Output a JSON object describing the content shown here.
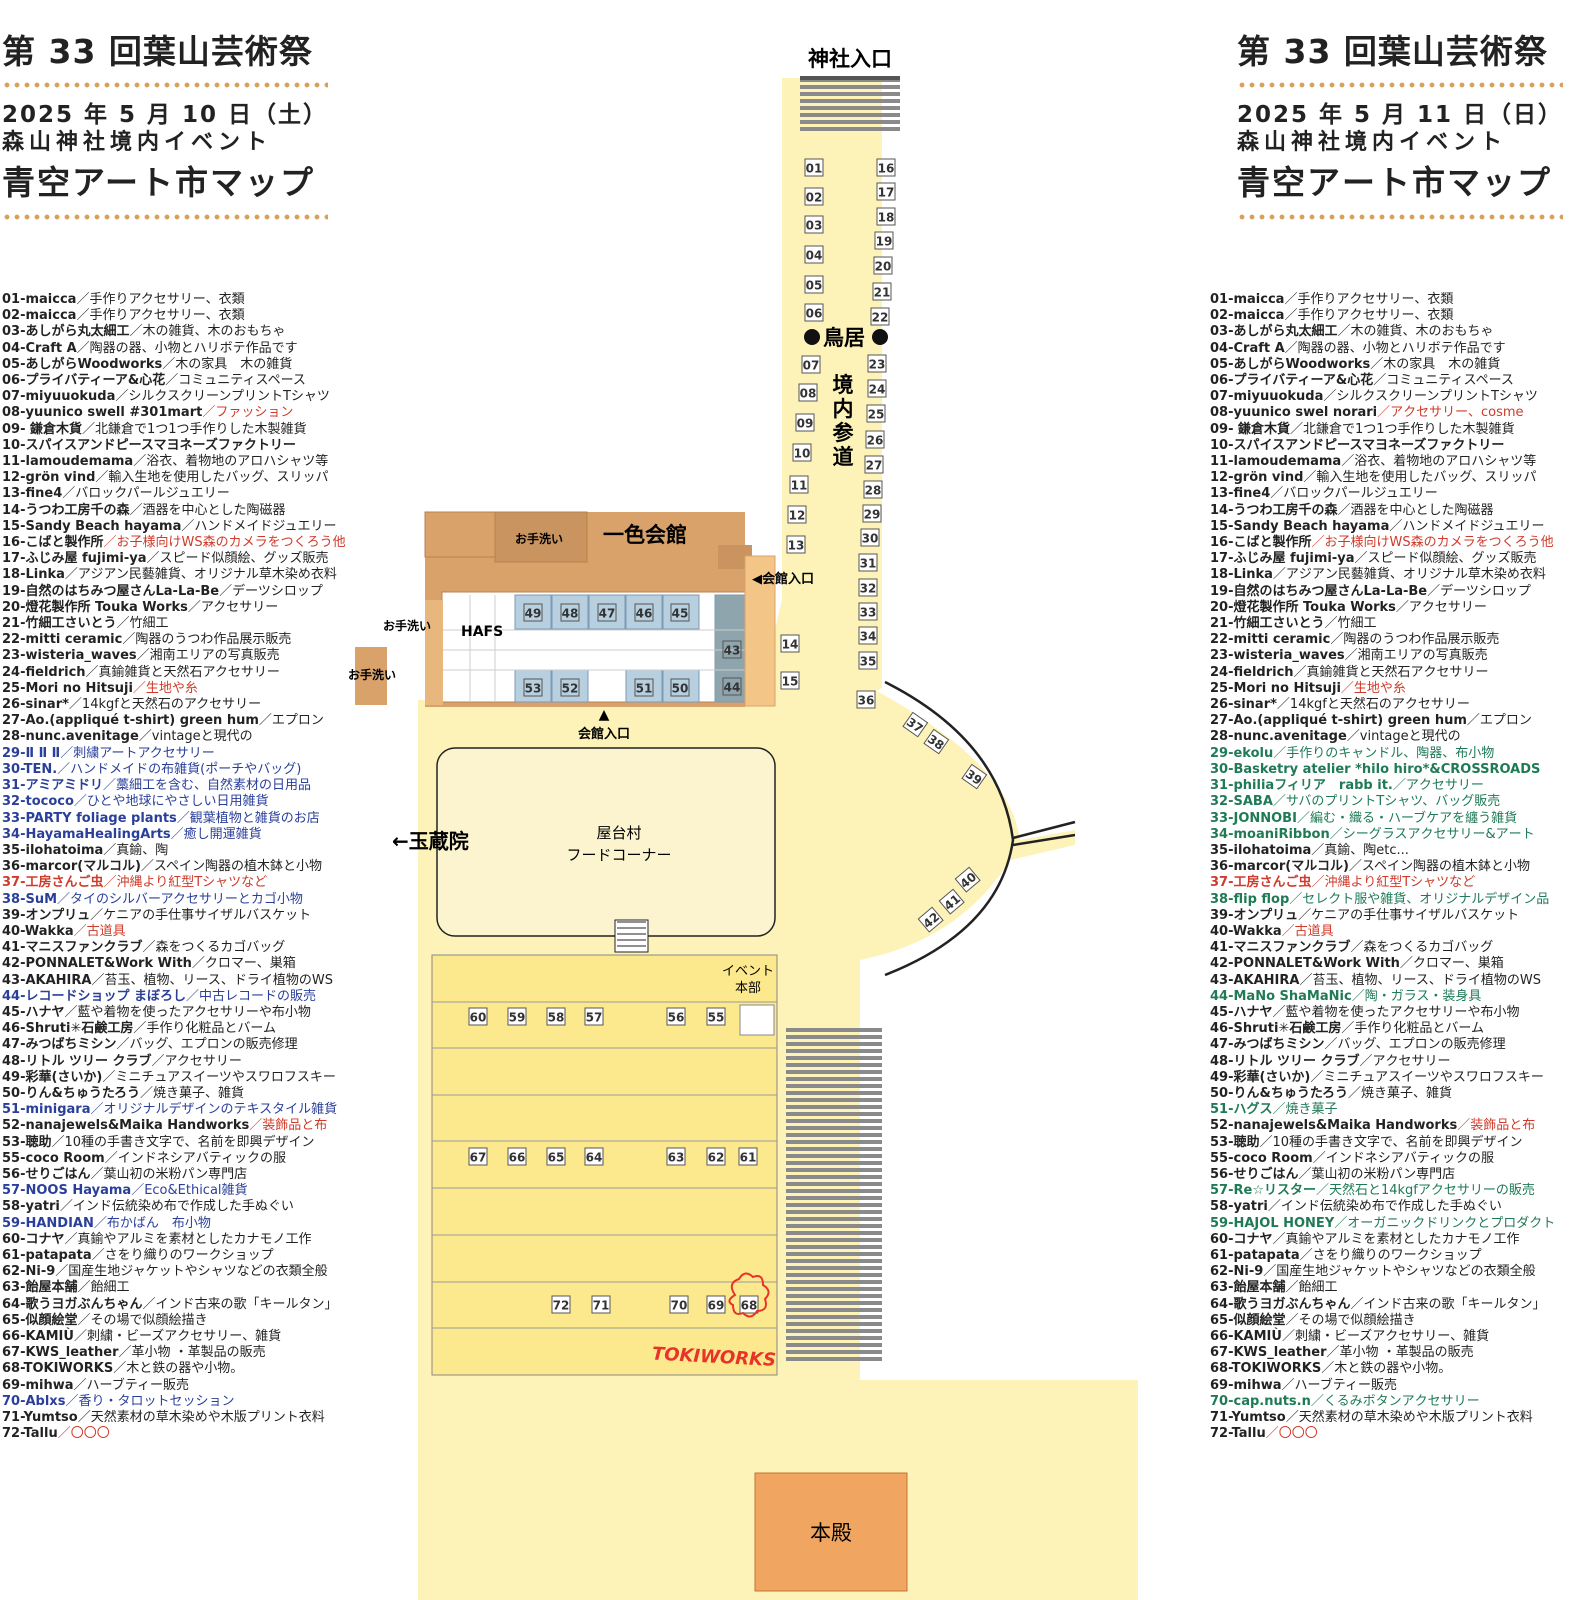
{
  "days": [
    {
      "title": "第 33 回葉山芸術祭",
      "date": "2025 年 5 月 10 日（土）",
      "place": "森山神社境内イベント",
      "map_title": "青空アート市マップ",
      "items": [
        {
          "name": "01-maicca",
          "desc": "／手作りアクセサリー、衣類",
          "color": "black"
        },
        {
          "name": "02-maicca",
          "desc": "／手作りアクセサリー、衣類",
          "color": "black"
        },
        {
          "name": "03-あしがら丸太細工",
          "desc": "／木の雑貨、木のおもちゃ",
          "color": "black"
        },
        {
          "name": "04-Craft A",
          "desc": "／陶器の器、小物とハリボテ作品です",
          "color": "black"
        },
        {
          "name": "05-あしがらWoodworks",
          "desc": "／木の家具　木の雑貨",
          "color": "black"
        },
        {
          "name": "06-プライバティーア&心花",
          "desc": "／コミュニティスペース",
          "color": "black"
        },
        {
          "name": "07-miyuuokuda",
          "desc": "／シルクスクリーンプリントTシャツ",
          "color": "black"
        },
        {
          "name": "08-yuunico swell #301mart",
          "desc": "／ファッション",
          "color": "black",
          "desc_color": "red"
        },
        {
          "name": "09- 鎌倉木貨",
          "desc": "／北鎌倉で1つ1つ手作りした木製雑貨",
          "color": "black"
        },
        {
          "name": "10-スパイスアンドピースマヨネーズファクトリー",
          "desc": "",
          "color": "black"
        },
        {
          "name": "11-lamoudemama",
          "desc": "／浴衣、着物地のアロハシャツ等",
          "color": "black"
        },
        {
          "name": "12-grön vind",
          "desc": "／輸入生地を使用したバッグ、スリッパ",
          "color": "black"
        },
        {
          "name": "13-fine4",
          "desc": "／バロックパールジュエリー",
          "color": "black"
        },
        {
          "name": "14-うつわ工房千の森",
          "desc": "／酒器を中心とした陶磁器",
          "color": "black"
        },
        {
          "name": "15-Sandy Beach hayama",
          "desc": "／ハンドメイドジュエリー",
          "color": "black"
        },
        {
          "name": "16-こばと製作所",
          "desc": "／お子様向けWS森のカメラをつくろう他",
          "color": "black",
          "desc_color": "red"
        },
        {
          "name": "17-ふじみ屋 fujimi-ya",
          "desc": "／スピード似顔絵、グッズ販売",
          "color": "black"
        },
        {
          "name": "18-Linka",
          "desc": "／アジアン民藝雑貨、オリジナル草木染め衣料",
          "color": "black"
        },
        {
          "name": "19-自然のはちみつ屋さんLa-La-Be",
          "desc": "／デーツシロップ",
          "color": "black"
        },
        {
          "name": "20-燈花製作所 Touka Works",
          "desc": "／アクセサリー",
          "color": "black"
        },
        {
          "name": "21-竹細工さいとう",
          "desc": "／竹細工",
          "color": "black"
        },
        {
          "name": "22-mitti ceramic",
          "desc": "／陶器のうつわ作品展示販売",
          "color": "black"
        },
        {
          "name": "23-wisteria_waves",
          "desc": "／湘南エリアの写真販売",
          "color": "black"
        },
        {
          "name": "24-fieldrich",
          "desc": "／真鍮雑貨と天然石アクセサリー",
          "color": "black"
        },
        {
          "name": "25-Mori no Hitsuji",
          "desc": "／生地や糸",
          "color": "black",
          "desc_color": "red"
        },
        {
          "name": "26-sinar*",
          "desc": "／14kgfと天然石のアクセサリー",
          "color": "black"
        },
        {
          "name": "27-Ao.(appliqué t-shirt) green hum",
          "desc": "／エプロン",
          "color": "black"
        },
        {
          "name": "28-nunc.avenitage",
          "desc": "／vintageと現代の",
          "color": "black"
        },
        {
          "name": "29-Ⅱ Ⅱ Ⅱ",
          "desc": "／刺繍アートアクセサリー",
          "color": "blue"
        },
        {
          "name": "30-TEN.",
          "desc": "／ハンドメイドの布雑貨(ポーチやバッグ)",
          "color": "blue"
        },
        {
          "name": "31-アミアミドリ",
          "desc": "／藁細工を含む、自然素材の日用品",
          "color": "blue"
        },
        {
          "name": "32-tococo",
          "desc": "／ひとや地球にやさしい日用雑貨",
          "color": "blue"
        },
        {
          "name": "33-PARTY foliage plants",
          "desc": "／観葉植物と雑貨のお店",
          "color": "blue"
        },
        {
          "name": "34-HayamaHealingArts",
          "desc": "／癒し開運雑貨",
          "color": "blue"
        },
        {
          "name": "35-ilohatoima",
          "desc": "／真鍮、陶",
          "color": "black"
        },
        {
          "name": "36-marcor(マルコル)",
          "desc": "／スペイン陶器の植木鉢と小物",
          "color": "black"
        },
        {
          "name": "37-工房さんご虫",
          "desc": "／沖縄より紅型Tシャツなど",
          "color": "red"
        },
        {
          "name": "38-SuM",
          "desc": "／タイのシルバーアクセサリーとカゴ小物",
          "color": "blue"
        },
        {
          "name": "39-オンプリュ",
          "desc": "／ケニアの手仕事サイザルバスケット",
          "color": "black"
        },
        {
          "name": "40-Wakka",
          "desc": "／古道具",
          "color": "black",
          "desc_color": "red"
        },
        {
          "name": "41-マニスファンクラブ",
          "desc": "／森をつくるカゴバッグ",
          "color": "black"
        },
        {
          "name": "42-PONNALET&Work With",
          "desc": "／クロマー、巣箱",
          "color": "black"
        },
        {
          "name": "43-AKAHIRA",
          "desc": "／苔玉、植物、リース、ドライ植物のWS",
          "color": "black"
        },
        {
          "name": "44-レコードショップ まぼろし",
          "desc": "／中古レコードの販売",
          "color": "blue"
        },
        {
          "name": "45-ハナヤ",
          "desc": "／藍や着物を使ったアクセサリーや布小物",
          "color": "black"
        },
        {
          "name": "46-Shruti✳︎石鹸工房",
          "desc": "／手作り化粧品とバーム",
          "color": "black"
        },
        {
          "name": "47-みつばちミシン",
          "desc": "／バッグ、エプロンの販売修理",
          "color": "black"
        },
        {
          "name": "48-リトル ツリー クラブ",
          "desc": "／アクセサリー",
          "color": "black"
        },
        {
          "name": "49-彩華(さいか)",
          "desc": "／ミニチュアスイーツやスワロフスキー",
          "color": "black"
        },
        {
          "name": "50-りん&ちゅうたろう",
          "desc": "／焼き菓子、雑貨",
          "color": "black"
        },
        {
          "name": "51-minigara",
          "desc": "／オリジナルデザインのテキスタイル雑貨",
          "color": "blue"
        },
        {
          "name": "52-nanajewels&Maika Handworks",
          "desc": "／装飾品と布",
          "color": "black",
          "desc_color": "red"
        },
        {
          "name": "53-聴助",
          "desc": "／10種の手書き文字で、名前を即興デザイン",
          "color": "black"
        },
        {
          "name": "55-coco Room",
          "desc": "／インドネシアバティックの服",
          "color": "black"
        },
        {
          "name": "56-せりごはん",
          "desc": "／葉山初の米粉パン専門店",
          "color": "black"
        },
        {
          "name": "57-NOOS Hayama",
          "desc": "／Eco&Ethical雑貨",
          "color": "blue"
        },
        {
          "name": "58-yatri",
          "desc": "／インド伝統染め布で作成した手ぬぐい",
          "color": "black"
        },
        {
          "name": "59-HANDIAN",
          "desc": "／布かばん　布小物",
          "color": "blue"
        },
        {
          "name": "60-コナヤ",
          "desc": "／真鍮やアルミを素材としたカナモノ工作",
          "color": "black"
        },
        {
          "name": "61-patapata",
          "desc": "／さをり織りのワークショップ",
          "color": "black"
        },
        {
          "name": "62-Ni-9",
          "desc": "／国産生地ジャケットやシャツなどの衣類全般",
          "color": "black"
        },
        {
          "name": "63-飴屋本舗",
          "desc": "／飴細工",
          "color": "black"
        },
        {
          "name": "64-歌うヨガぶんちゃん",
          "desc": "／インド古来の歌「キールタン」",
          "color": "black"
        },
        {
          "name": "65-似顔絵堂",
          "desc": "／その場で似顔絵描き",
          "color": "black"
        },
        {
          "name": "66-KAMIÙ",
          "desc": "／刺繍・ビーズアクセサリー、雑貨",
          "color": "black"
        },
        {
          "name": "67-KWS_leather",
          "desc": "／革小物 ・革製品の販売",
          "color": "black"
        },
        {
          "name": "68-TOKIWORKS",
          "desc": "／木と鉄の器や小物。",
          "color": "black"
        },
        {
          "name": "69-mihwa",
          "desc": "／ハーブティー販売",
          "color": "black"
        },
        {
          "name": "70-Ablxs",
          "desc": "／香り・タロットセッション",
          "color": "blue"
        },
        {
          "name": "71-Yumtso",
          "desc": "／天然素材の草木染めや木版プリント衣料",
          "color": "black"
        },
        {
          "name": "72-Tallu",
          "desc": "／〇〇〇",
          "color": "black",
          "desc_color": "red"
        }
      ]
    },
    {
      "title": "第 33 回葉山芸術祭",
      "date": "2025 年 5 月 11 日（日）",
      "place": "森山神社境内イベント",
      "map_title": "青空アート市マップ",
      "items": [
        {
          "name": "01-maicca",
          "desc": "／手作りアクセサリー、衣類",
          "color": "black"
        },
        {
          "name": "02-maicca",
          "desc": "／手作りアクセサリー、衣類",
          "color": "black"
        },
        {
          "name": "03-あしがら丸太細工",
          "desc": "／木の雑貨、木のおもちゃ",
          "color": "black"
        },
        {
          "name": "04-Craft A",
          "desc": "／陶器の器、小物とハリボテ作品です",
          "color": "black"
        },
        {
          "name": "05-あしがらWoodworks",
          "desc": "／木の家具　木の雑貨",
          "color": "black"
        },
        {
          "name": "06-プライバティーア&心花",
          "desc": "／コミュニティスペース",
          "color": "black"
        },
        {
          "name": "07-miyuuokuda",
          "desc": "／シルクスクリーンプリントTシャツ",
          "color": "black"
        },
        {
          "name": "08-yuunico swel norari",
          "desc": "／アクセサリー、cosme",
          "color": "black",
          "desc_color": "red"
        },
        {
          "name": "09- 鎌倉木貨",
          "desc": "／北鎌倉で1つ1つ手作りした木製雑貨",
          "color": "black"
        },
        {
          "name": "10-スパイスアンドピースマヨネーズファクトリー",
          "desc": "",
          "color": "black"
        },
        {
          "name": "11-lamoudemama",
          "desc": "／浴衣、着物地のアロハシャツ等",
          "color": "black"
        },
        {
          "name": "12-grön vind",
          "desc": "／輸入生地を使用したバッグ、スリッパ",
          "color": "black"
        },
        {
          "name": "13-fine4",
          "desc": "／バロックパールジュエリー",
          "color": "black"
        },
        {
          "name": "14-うつわ工房千の森",
          "desc": "／酒器を中心とした陶磁器",
          "color": "black"
        },
        {
          "name": "15-Sandy Beach hayama",
          "desc": "／ハンドメイドジュエリー",
          "color": "black"
        },
        {
          "name": "16-こばと製作所",
          "desc": "／お子様向けWS森のカメラをつくろう他",
          "color": "black",
          "desc_color": "red"
        },
        {
          "name": "17-ふじみ屋 fujimi-ya",
          "desc": "／スピード似顔絵、グッズ販売",
          "color": "black"
        },
        {
          "name": "18-Linka",
          "desc": "／アジアン民藝雑貨、オリジナル草木染め衣料",
          "color": "black"
        },
        {
          "name": "19-自然のはちみつ屋さんLa-La-Be",
          "desc": "／デーツシロップ",
          "color": "black"
        },
        {
          "name": "20-燈花製作所 Touka Works",
          "desc": "／アクセサリー",
          "color": "black"
        },
        {
          "name": "21-竹細工さいとう",
          "desc": "／竹細工",
          "color": "black"
        },
        {
          "name": "22-mitti ceramic",
          "desc": "／陶器のうつわ作品展示販売",
          "color": "black"
        },
        {
          "name": "23-wisteria_waves",
          "desc": "／湘南エリアの写真販売",
          "color": "black"
        },
        {
          "name": "24-fieldrich",
          "desc": "／真鍮雑貨と天然石アクセサリー",
          "color": "black"
        },
        {
          "name": "25-Mori no Hitsuji",
          "desc": "／生地や糸",
          "color": "black",
          "desc_color": "red"
        },
        {
          "name": "26-sinar*",
          "desc": "／14kgfと天然石のアクセサリー",
          "color": "black"
        },
        {
          "name": "27-Ao.(appliqué t-shirt) green hum",
          "desc": "／エプロン",
          "color": "black"
        },
        {
          "name": "28-nunc.avenitage",
          "desc": "／vintageと現代の",
          "color": "black"
        },
        {
          "name": "29-ekolu",
          "desc": "／手作りのキャンドル、陶器、布小物",
          "color": "green"
        },
        {
          "name": "30-Basketry atelier *hilo hiro*&CROSSROADS",
          "desc": "",
          "color": "green"
        },
        {
          "name": "31-philiaフィリア　rabb it.",
          "desc": "／アクセサリー",
          "color": "green"
        },
        {
          "name": "32-SABA",
          "desc": "／サバのプリントTシャツ、バッグ販売",
          "color": "green"
        },
        {
          "name": "33-JONNOBI",
          "desc": "／編む・織る・ハーブケアを纏う雑貨",
          "color": "green"
        },
        {
          "name": "34-moaniRibbon",
          "desc": "／シーグラスアクセサリー&アート",
          "color": "green"
        },
        {
          "name": "35-ilohatoima",
          "desc": "／真鍮、陶etc...",
          "color": "black"
        },
        {
          "name": "36-marcor(マルコル)",
          "desc": "／スペイン陶器の植木鉢と小物",
          "color": "black"
        },
        {
          "name": "37-工房さんご虫",
          "desc": "／沖縄より紅型Tシャツなど",
          "color": "red"
        },
        {
          "name": "38-flip flop",
          "desc": "／セレクト服や雑貨、オリジナルデザイン品",
          "color": "green"
        },
        {
          "name": "39-オンプリュ",
          "desc": "／ケニアの手仕事サイザルバスケット",
          "color": "black"
        },
        {
          "name": "40-Wakka",
          "desc": "／古道具",
          "color": "black",
          "desc_color": "red"
        },
        {
          "name": "41-マニスファンクラブ",
          "desc": "／森をつくるカゴバッグ",
          "color": "black"
        },
        {
          "name": "42-PONNALET&Work With",
          "desc": "／クロマー、巣箱",
          "color": "black"
        },
        {
          "name": "43-AKAHIRA",
          "desc": "／苔玉、植物、リース、ドライ植物のWS",
          "color": "black"
        },
        {
          "name": "44-MaNo ShaMaNic",
          "desc": "／陶・ガラス・装身具",
          "color": "green"
        },
        {
          "name": "45-ハナヤ",
          "desc": "／藍や着物を使ったアクセサリーや布小物",
          "color": "black"
        },
        {
          "name": "46-Shruti✳︎石鹸工房",
          "desc": "／手作り化粧品とバーム",
          "color": "black"
        },
        {
          "name": "47-みつばちミシン",
          "desc": "／バッグ、エプロンの販売修理",
          "color": "black"
        },
        {
          "name": "48-リトル ツリー クラブ",
          "desc": "／アクセサリー",
          "color": "black"
        },
        {
          "name": "49-彩華(さいか)",
          "desc": "／ミニチュアスイーツやスワロフスキー",
          "color": "black"
        },
        {
          "name": "50-りん&ちゅうたろう",
          "desc": "／焼き菓子、雑貨",
          "color": "black"
        },
        {
          "name": "51-ハグス",
          "desc": "／焼き菓子",
          "color": "green"
        },
        {
          "name": "52-nanajewels&Maika Handworks",
          "desc": "／装飾品と布",
          "color": "black",
          "desc_color": "red"
        },
        {
          "name": "53-聴助",
          "desc": "／10種の手書き文字で、名前を即興デザイン",
          "color": "black"
        },
        {
          "name": "55-coco Room",
          "desc": "／インドネシアバティックの服",
          "color": "black"
        },
        {
          "name": "56-せりごはん",
          "desc": "／葉山初の米粉パン専門店",
          "color": "black"
        },
        {
          "name": "57-Re☆リスター",
          "desc": "／天然石と14kgfアクセサリーの販売",
          "color": "green"
        },
        {
          "name": "58-yatri",
          "desc": "／インド伝統染め布で作成した手ぬぐい",
          "color": "black"
        },
        {
          "name": "59-HAJOL HONEY",
          "desc": "／オーガニックドリンクとプロダクト",
          "color": "green"
        },
        {
          "name": "60-コナヤ",
          "desc": "／真鍮やアルミを素材としたカナモノ工作",
          "color": "black"
        },
        {
          "name": "61-patapata",
          "desc": "／さをり織りのワークショップ",
          "color": "black"
        },
        {
          "name": "62-Ni-9",
          "desc": "／国産生地ジャケットやシャツなどの衣類全般",
          "color": "black"
        },
        {
          "name": "63-飴屋本舗",
          "desc": "／飴細工",
          "color": "black"
        },
        {
          "name": "64-歌うヨガぶんちゃん",
          "desc": "／インド古来の歌「キールタン」",
          "color": "black"
        },
        {
          "name": "65-似顔絵堂",
          "desc": "／その場で似顔絵描き",
          "color": "black"
        },
        {
          "name": "66-KAMIÙ",
          "desc": "／刺繍・ビーズアクセサリー、雑貨",
          "color": "black"
        },
        {
          "name": "67-KWS_leather",
          "desc": "／革小物 ・革製品の販売",
          "color": "black"
        },
        {
          "name": "68-TOKIWORKS",
          "desc": "／木と鉄の器や小物。",
          "color": "black"
        },
        {
          "name": "69-mihwa",
          "desc": "／ハーブティー販売",
          "color": "black"
        },
        {
          "name": "70-cap.nuts.n",
          "desc": "／くるみボタンアクセサリー",
          "color": "green"
        },
        {
          "name": "71-Yumtso",
          "desc": "／天然素材の草木染めや木版プリント衣料",
          "color": "black"
        },
        {
          "name": "72-Tallu",
          "desc": "／〇〇〇",
          "color": "black",
          "desc_color": "red"
        }
      ]
    }
  ],
  "map": {
    "labels": {
      "shrine_entrance": "神社入口",
      "torii": "鳥居",
      "approach": "境内参道",
      "hall": "一色会館",
      "hall_entrance_side": "◀会館入口",
      "hall_entrance_bottom": "会館入口",
      "restroom_1": "お手洗い",
      "restroom_2": "お手洗い",
      "restroom_3": "お手洗い",
      "hafs": "HAFS",
      "gyokuzoin": "←玉蔵院",
      "food_corner_1": "屋台村",
      "food_corner_2": "フードコーナー",
      "event_hq_1": "イベント",
      "event_hq_2": "本部",
      "honden": "本殿",
      "tokiworks": "TOKIWORKS"
    },
    "colors": {
      "ground": "#fdf3b8",
      "stall_area": "#fce98e",
      "building": "#d9a26b",
      "hall_room": "#b8cfe0",
      "honden": "#f0a660",
      "stripe": "#8a8a8a",
      "tokiworks_mark": "#e8332a"
    },
    "booths": [
      "01",
      "02",
      "03",
      "04",
      "05",
      "06",
      "07",
      "08",
      "09",
      "10",
      "11",
      "12",
      "13",
      "14",
      "15",
      "16",
      "17",
      "18",
      "19",
      "20",
      "21",
      "22",
      "23",
      "24",
      "25",
      "26",
      "27",
      "28",
      "29",
      "30",
      "31",
      "32",
      "33",
      "34",
      "35",
      "36",
      "37",
      "38",
      "39",
      "40",
      "41",
      "42",
      "43",
      "44",
      "45",
      "46",
      "47",
      "48",
      "49",
      "50",
      "51",
      "52",
      "53",
      "55",
      "56",
      "57",
      "58",
      "59",
      "60",
      "61",
      "62",
      "63",
      "64",
      "65",
      "66",
      "67",
      "68",
      "69",
      "70",
      "71",
      "72"
    ]
  }
}
